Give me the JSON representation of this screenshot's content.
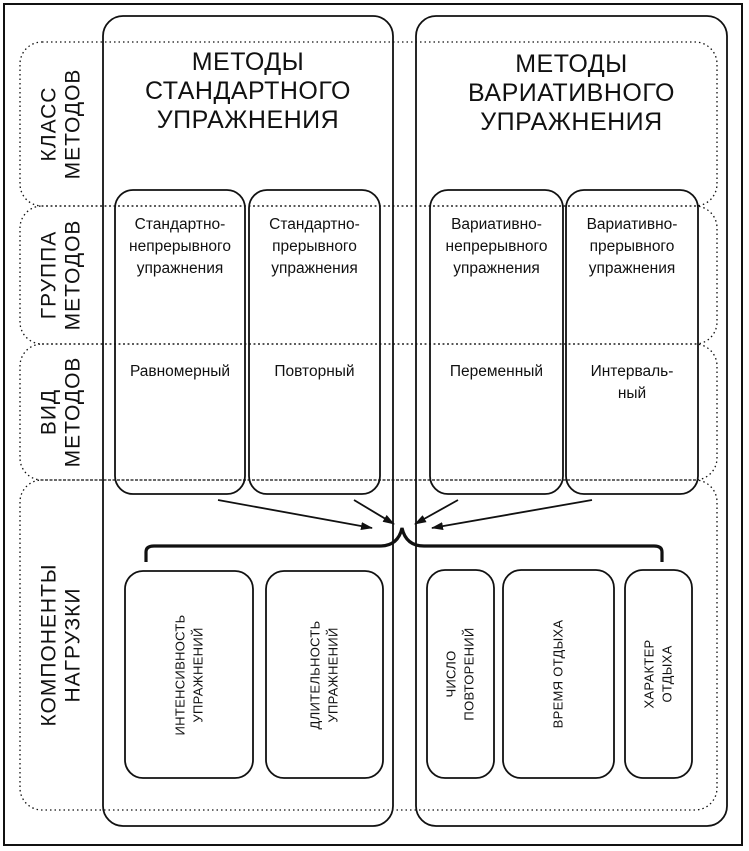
{
  "row_labels": {
    "class": "КЛАСС\nМЕТОДОВ",
    "group": "ГРУППА\nМЕТОДОВ",
    "kind": "ВИД\nМЕТОДОВ",
    "components": "КОМПОНЕНТЫ\nНАГРУЗКИ"
  },
  "classes": {
    "standard": "МЕТОДЫ\nСТАНДАРТНОГО\nУПРАЖНЕНИЯ",
    "variative": "МЕТОДЫ\nВАРИАТИВНОГО\nУПРАЖНЕНИЯ"
  },
  "groups": [
    "Стандартно-\nнепрерывного\nупражнения",
    "Стандартно-\nпрерывного\nупражнения",
    "Вариативно-\nнепрерывного\nупражнения",
    "Вариативно-\nпрерывного\nупражнения"
  ],
  "kinds": [
    "Равномерный",
    "Повторный",
    "Переменный",
    "Интерваль-\nный"
  ],
  "components": [
    "ИНТЕНСИВНОСТЬ\nУПРАЖНЕНИЙ",
    "ДЛИТЕЛЬНОСТЬ\nУПРАЖНЕНИЙ",
    "ЧИСЛО ПОВТОРЕНИЙ",
    "ВРЕМЯ ОТДЫХА",
    "ХАРАКТЕР ОТДЫХА"
  ]
}
